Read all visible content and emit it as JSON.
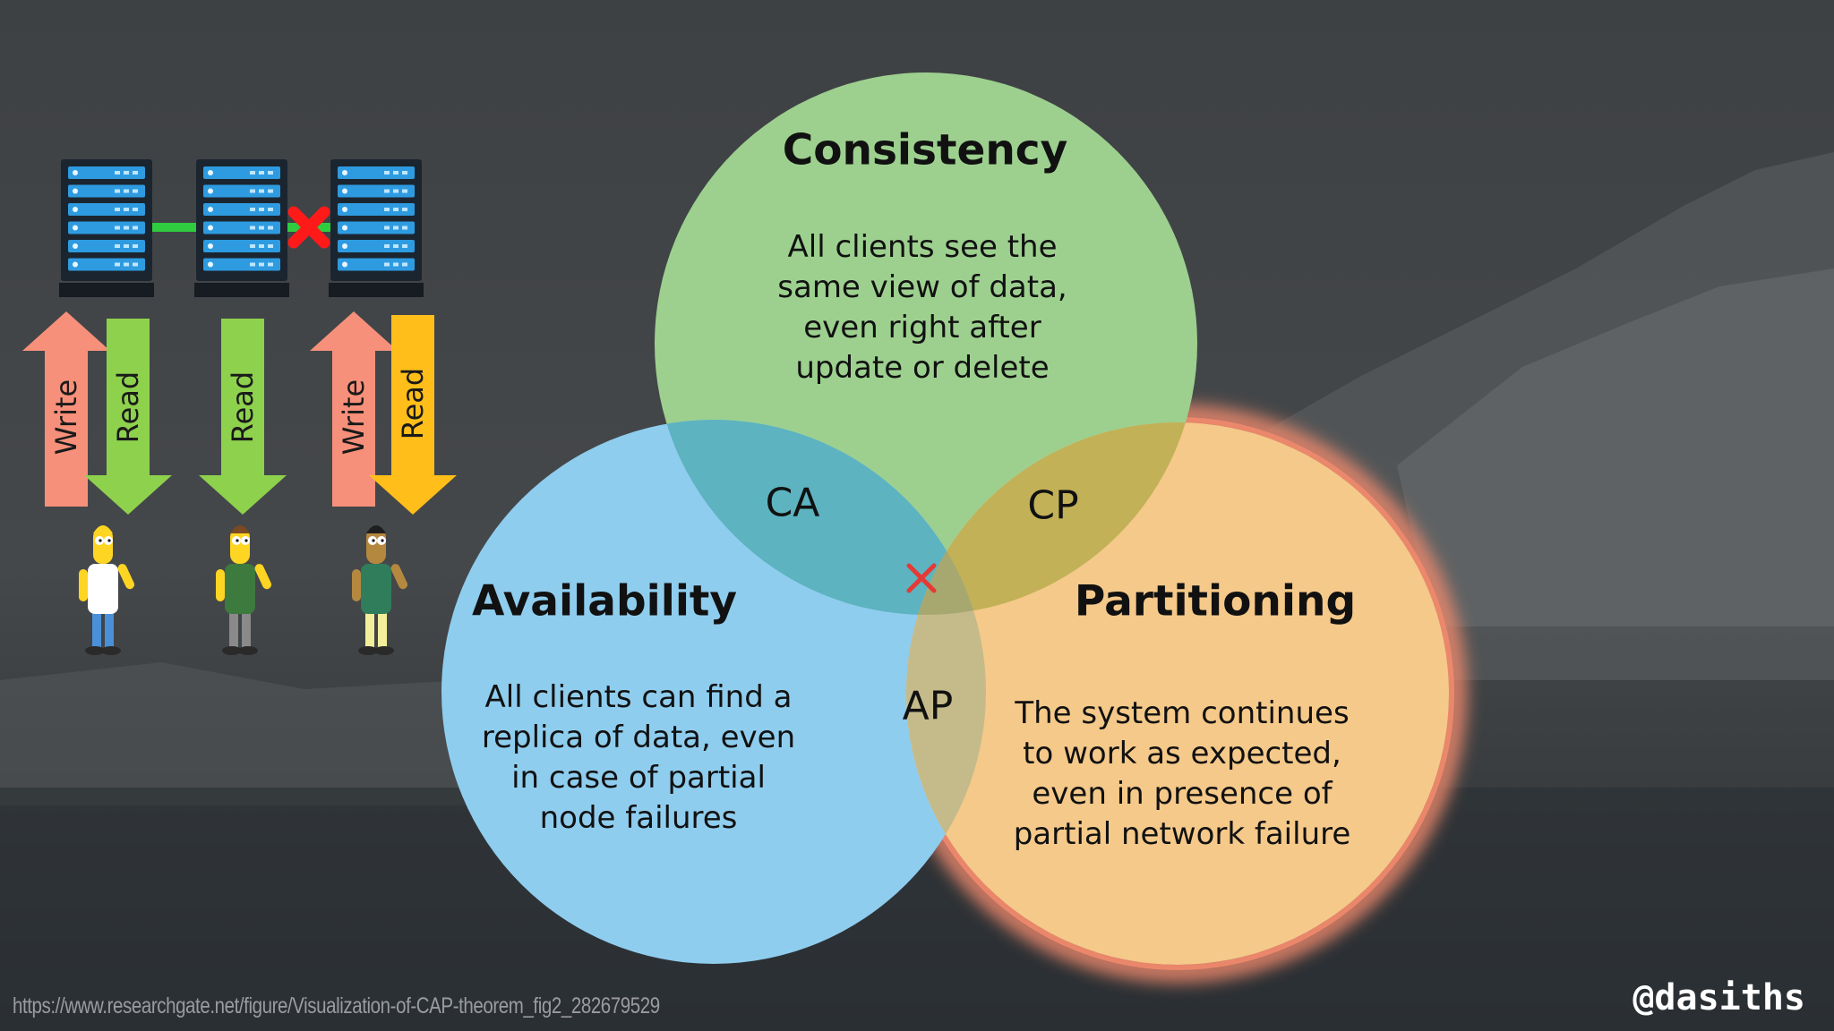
{
  "diagram": {
    "circles": [
      {
        "id": "consistency",
        "title": "Consistency",
        "description": [
          "All clients see the",
          "same view of data,",
          "even right after",
          "update or delete"
        ],
        "color": "#9dd08f"
      },
      {
        "id": "availability",
        "title": "Availability",
        "description": [
          "All clients can find a",
          "replica of data, even",
          "in case of partial",
          "node failures"
        ],
        "color": "#8fcdee"
      },
      {
        "id": "partitioning",
        "title": "Partitioning",
        "description": [
          "The system continues",
          "to work as expected,",
          "even in presence of",
          "partial network failure"
        ],
        "color": "#f5c98a"
      }
    ],
    "intersections": {
      "ca": "CA",
      "cp": "CP",
      "ap": "AP"
    },
    "center_marker": "x-icon",
    "colors": {
      "ca": "#5db3c0",
      "cp": "#c2b157",
      "ap": "#c5bb8a",
      "center": "#a7a770",
      "glow": "#f08a6d",
      "x": "#e53935"
    }
  },
  "scenario": {
    "servers": [
      {
        "name": "server-1"
      },
      {
        "name": "server-2"
      },
      {
        "name": "server-3"
      }
    ],
    "links": [
      {
        "status": "connected",
        "color": "#2fcc3f"
      },
      {
        "status": "broken",
        "color": "#2fcc3f",
        "marker": "x-icon",
        "marker_color": "#ff1a1a"
      }
    ],
    "arrows": [
      {
        "label": "Write",
        "direction": "up",
        "color": "#f7907a"
      },
      {
        "label": "Read",
        "direction": "down",
        "color": "#8ed14d"
      },
      {
        "label": "Read",
        "direction": "down",
        "color": "#8ed14d"
      },
      {
        "label": "Write",
        "direction": "up",
        "color": "#f7907a"
      },
      {
        "label": "Read",
        "direction": "down",
        "color": "#ffbe1a"
      }
    ],
    "clients": [
      {
        "name": "client-yellow-shirt"
      },
      {
        "name": "client-green-sweater"
      },
      {
        "name": "client-green-vest"
      }
    ]
  },
  "footer": {
    "source_url": "https://www.researchgate.net/figure/Visualization-of-CAP-theorem_fig2_282679529",
    "handle": "@dasiths"
  }
}
